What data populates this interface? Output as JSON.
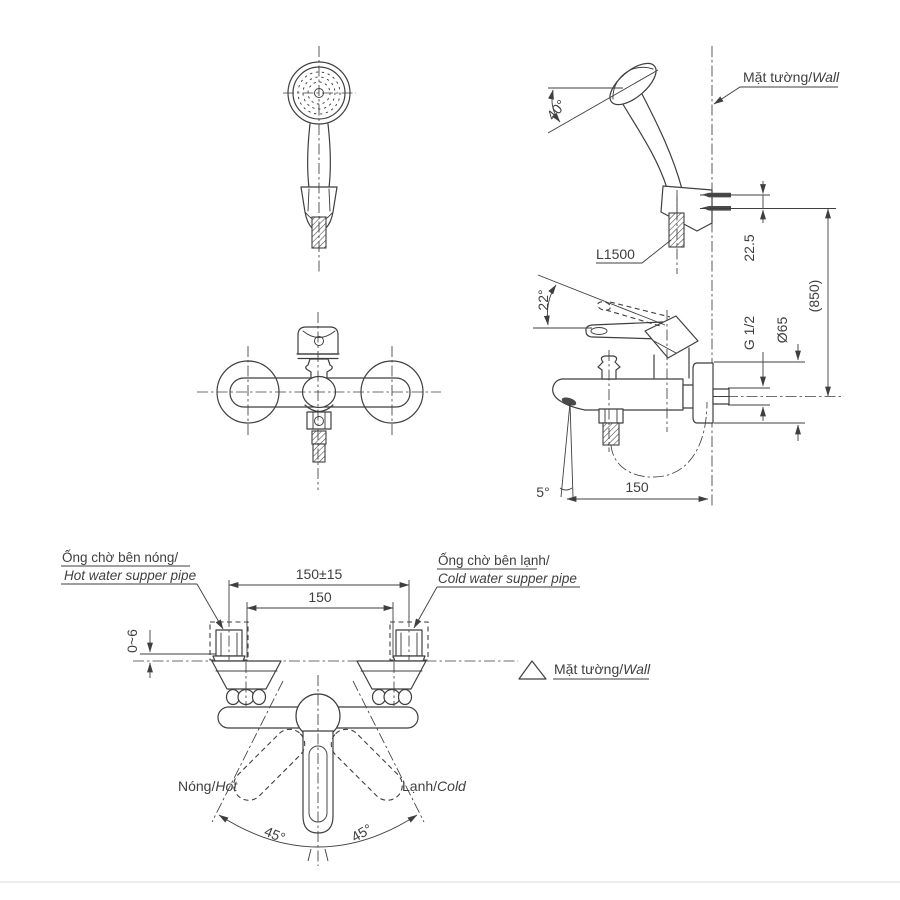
{
  "drawing": {
    "ink_color": "#3f3f3f",
    "background": "#ffffff",
    "labels": {
      "wall_vi": "Mặt tường/",
      "wall_en": "Wall",
      "hot_pipe_vi": "Ống chờ bên nóng/",
      "hot_pipe_en": "Hot water supper pipe",
      "cold_pipe_vi": "Ống chờ bên lạnh/",
      "cold_pipe_en": "Cold water supper pipe",
      "hot_vi": "Nóng/",
      "hot_en": "Hot",
      "cold_vi": "Lạnh/",
      "cold_en": "Cold",
      "hose_length": "L1500"
    },
    "dimensions": {
      "shower_angle": "40°",
      "holder_screw_spacing": "22.5",
      "install_height": "(850)",
      "thread": "G 1/2",
      "escutcheon_dia": "Ø65",
      "lever_angle": "22°",
      "spout_angle": "5°",
      "spout_reach": "150",
      "supply_spacing_tol": "150±15",
      "inlet_spacing": "150",
      "pipe_protrusion": "0~6",
      "handle_swing_left": "45°",
      "handle_swing_right": "45°"
    }
  }
}
